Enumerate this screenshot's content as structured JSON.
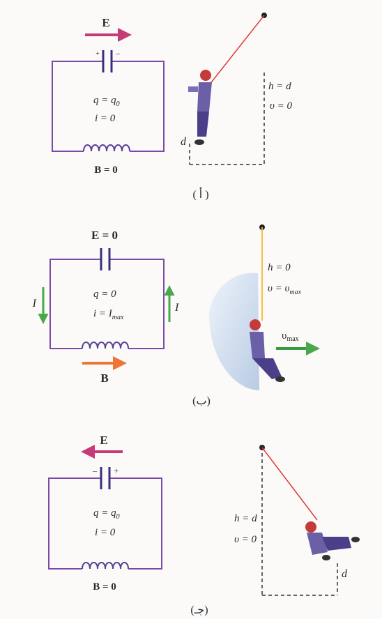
{
  "panels": [
    {
      "id": "a",
      "caption": "( أ )",
      "field_label": "E",
      "charge_text": "q = q",
      "charge_sub": "0",
      "current_text": "i = 0",
      "magnetic_label": "B = 0",
      "plate_left_sign": "+",
      "plate_right_sign": "–",
      "pendulum_height": "h = d",
      "pendulum_speed": "υ = 0",
      "distance_label": "d"
    },
    {
      "id": "b",
      "caption": "(ب)",
      "field_label": "E = 0",
      "charge_text": "q = 0",
      "current_text": "i = I",
      "current_sub": "max",
      "current_left": "I",
      "current_right": "I",
      "magnetic_label": "B",
      "pendulum_height": "h = 0",
      "pendulum_speed": "υ = υ",
      "pendulum_speed_sub": "max",
      "velocity_label": "υ",
      "velocity_sub": "max"
    },
    {
      "id": "c",
      "caption": "(جـ)",
      "field_label": "E",
      "charge_text": "q = q",
      "charge_sub": "0",
      "current_text": "i = 0",
      "magnetic_label": "B = 0",
      "plate_left_sign": "–",
      "plate_right_sign": "+",
      "pendulum_height": "h = d",
      "pendulum_speed": "υ = 0",
      "distance_label": "d"
    }
  ],
  "colors": {
    "circuit_wire": "#7c4aa6",
    "capacitor": "#3b2f7a",
    "inductor": "#5a3f99",
    "e_arrow": "#c73a78",
    "b_arrow": "#ee7437",
    "current_arrow": "#49a84b",
    "velocity_arrow": "#3a9a42",
    "rope_a": "#e03a36",
    "rope_b": "#f3b92d",
    "rope_c": "#e03a36",
    "label_text": "#2a2a2a",
    "swing_shade": "#c7d6ea"
  }
}
